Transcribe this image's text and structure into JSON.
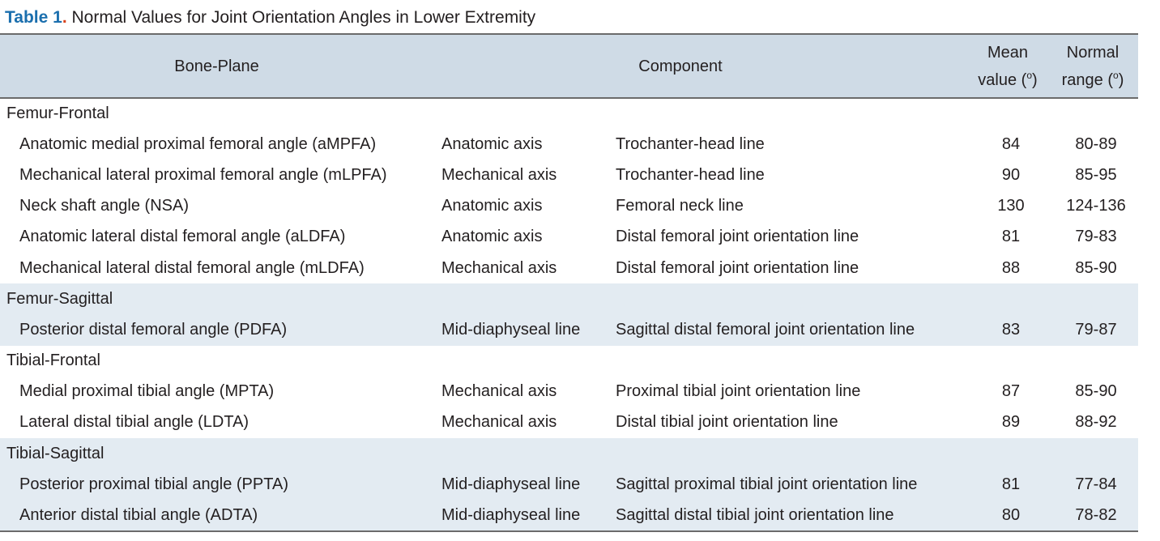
{
  "caption": {
    "label": "Table 1",
    "dot": ".",
    "title": " Normal Values for Joint Orientation Angles in Lower Extremity"
  },
  "header": {
    "bone_plane": "Bone-Plane",
    "component": "Component",
    "mean_line1": "Mean",
    "mean_line2": "value (",
    "normal_line1": "Normal",
    "normal_line2": "range (",
    "degree": "o",
    "close": ")"
  },
  "groups": [
    {
      "name": "Femur-Frontal",
      "rows": [
        {
          "angle": "Anatomic medial proximal femoral angle (aMPFA)",
          "axis": "Anatomic axis",
          "line": "Trochanter-head line",
          "mean": "84",
          "range": "80-89"
        },
        {
          "angle": "Mechanical lateral proximal femoral angle (mLPFA)",
          "axis": "Mechanical axis",
          "line": "Trochanter-head line",
          "mean": "90",
          "range": "85-95"
        },
        {
          "angle": "Neck shaft angle (NSA)",
          "axis": "Anatomic axis",
          "line": "Femoral neck line",
          "mean": "130",
          "range": "124-136"
        },
        {
          "angle": "Anatomic lateral distal femoral angle (aLDFA)",
          "axis": "Anatomic axis",
          "line": "Distal femoral joint orientation line",
          "mean": "81",
          "range": "79-83"
        },
        {
          "angle": "Mechanical lateral distal femoral angle (mLDFA)",
          "axis": "Mechanical axis",
          "line": "Distal femoral joint orientation line",
          "mean": "88",
          "range": "85-90"
        }
      ]
    },
    {
      "name": "Femur-Sagittal",
      "rows": [
        {
          "angle": "Posterior distal femoral angle (PDFA)",
          "axis": "Mid-diaphyseal line",
          "line": "Sagittal distal femoral joint orientation line",
          "mean": "83",
          "range": "79-87"
        }
      ]
    },
    {
      "name": "Tibial-Frontal",
      "rows": [
        {
          "angle": "Medial proximal tibial angle (MPTA)",
          "axis": "Mechanical axis",
          "line": "Proximal tibial joint orientation line",
          "mean": "87",
          "range": "85-90"
        },
        {
          "angle": "Lateral distal tibial angle (LDTA)",
          "axis": "Mechanical axis",
          "line": "Distal tibial joint orientation line",
          "mean": "89",
          "range": "88-92"
        }
      ]
    },
    {
      "name": "Tibial-Sagittal",
      "rows": [
        {
          "angle": "Posterior proximal tibial angle (PPTA)",
          "axis": "Mid-diaphyseal line",
          "line": "Sagittal proximal tibial joint orientation line",
          "mean": "81",
          "range": "77-84"
        },
        {
          "angle": "Anterior distal tibial angle (ADTA)",
          "axis": "Mid-diaphyseal line",
          "line": "Sagittal distal tibial joint orientation line",
          "mean": "80",
          "range": "78-82"
        }
      ]
    }
  ]
}
